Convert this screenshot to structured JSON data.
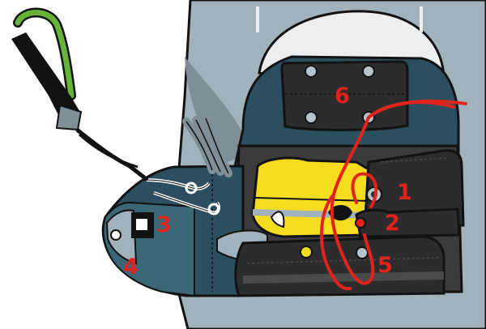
{
  "colors": {
    "outline": "#121212",
    "body_gray": "#a2b2bc",
    "body_gray_dark": "#7f8e97",
    "pack_teal": "#2b4f5f",
    "pack_teal_light": "#3b6676",
    "dark_panel": "#2c2c2e",
    "dark_panel_light": "#4a4a4d",
    "reserve_yellow": "#f6dc1e",
    "handle_green": "#66b33a",
    "cord_red": "#e0241c",
    "callout_red": "#e0241c",
    "helmet_white": "#eceeef",
    "grommet_silver": "#b9c2c8"
  },
  "callouts": [
    {
      "id": "1",
      "label": "1"
    },
    {
      "id": "2",
      "label": "2"
    },
    {
      "id": "3",
      "label": "3"
    },
    {
      "id": "4",
      "label": "4"
    },
    {
      "id": "5",
      "label": "5"
    },
    {
      "id": "6",
      "label": "6"
    }
  ]
}
